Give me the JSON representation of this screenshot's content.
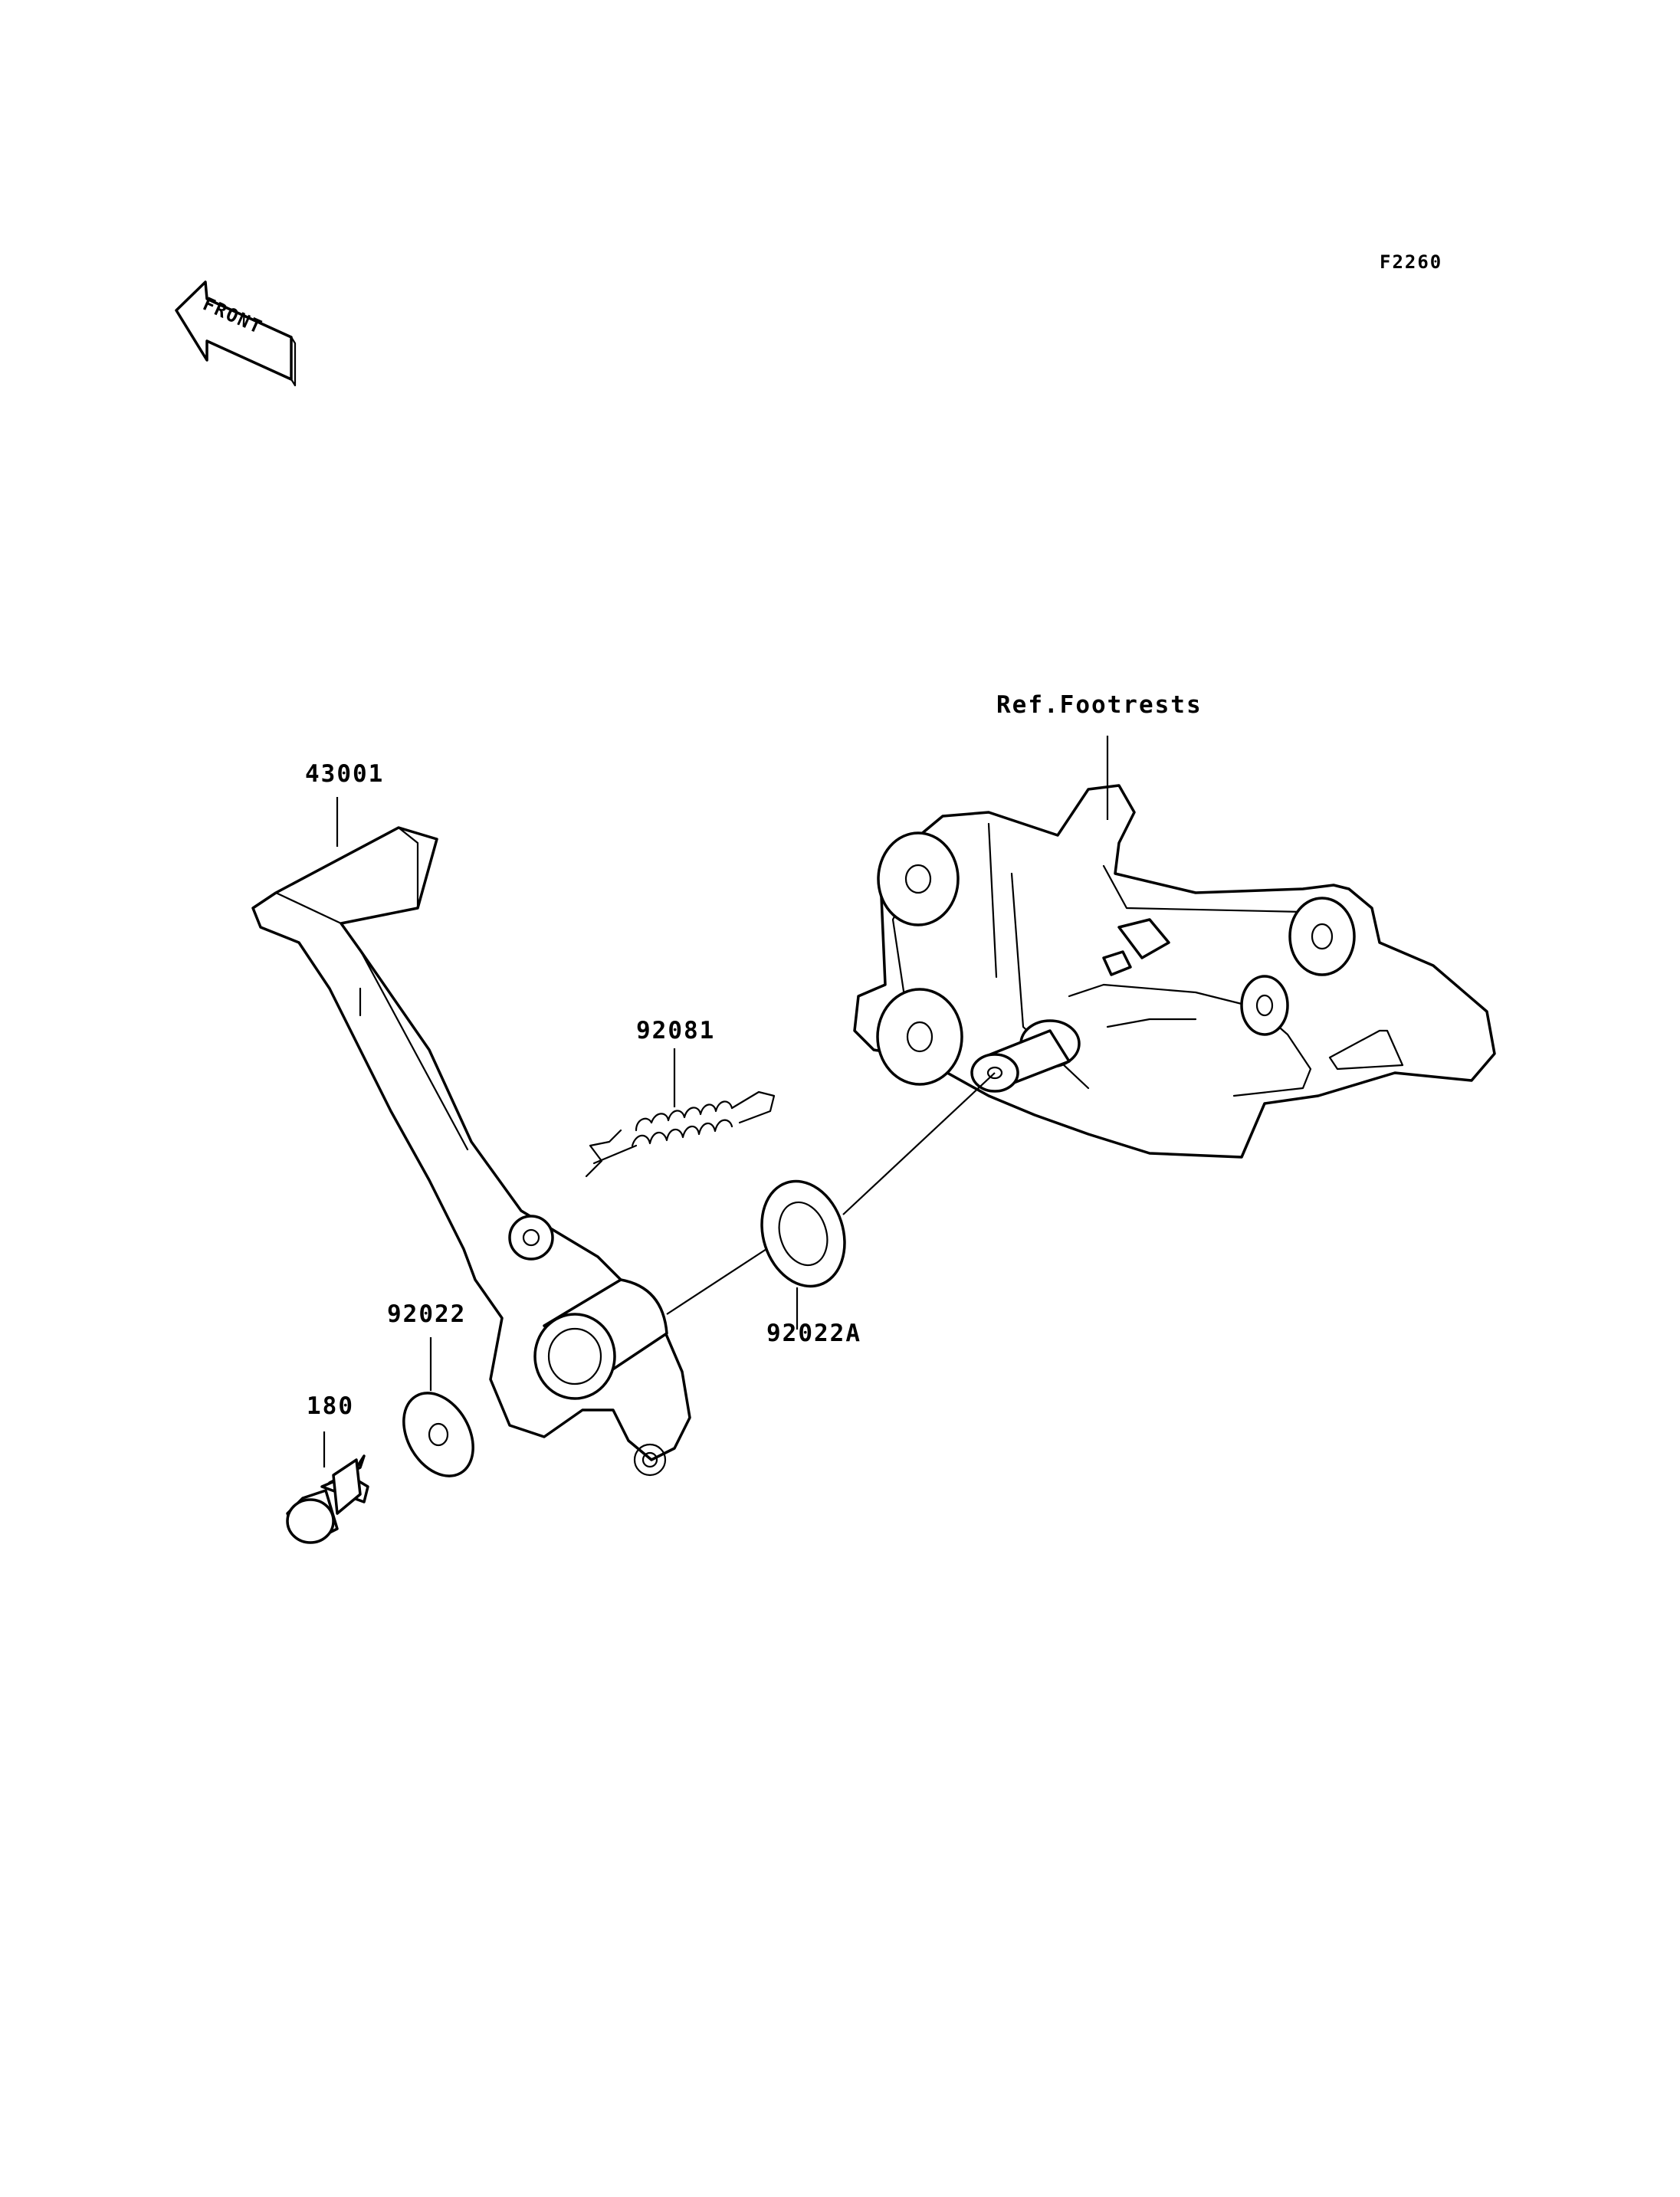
{
  "diagram_code": "F2260",
  "front_marker": {
    "text": "FRONT",
    "icon": "front-arrow-icon"
  },
  "callouts": {
    "ref_footrests": "Ref.Footrests",
    "p43001": "43001",
    "p92081": "92081",
    "p92022": "92022",
    "p92022a": "92022A",
    "p180": "180"
  }
}
